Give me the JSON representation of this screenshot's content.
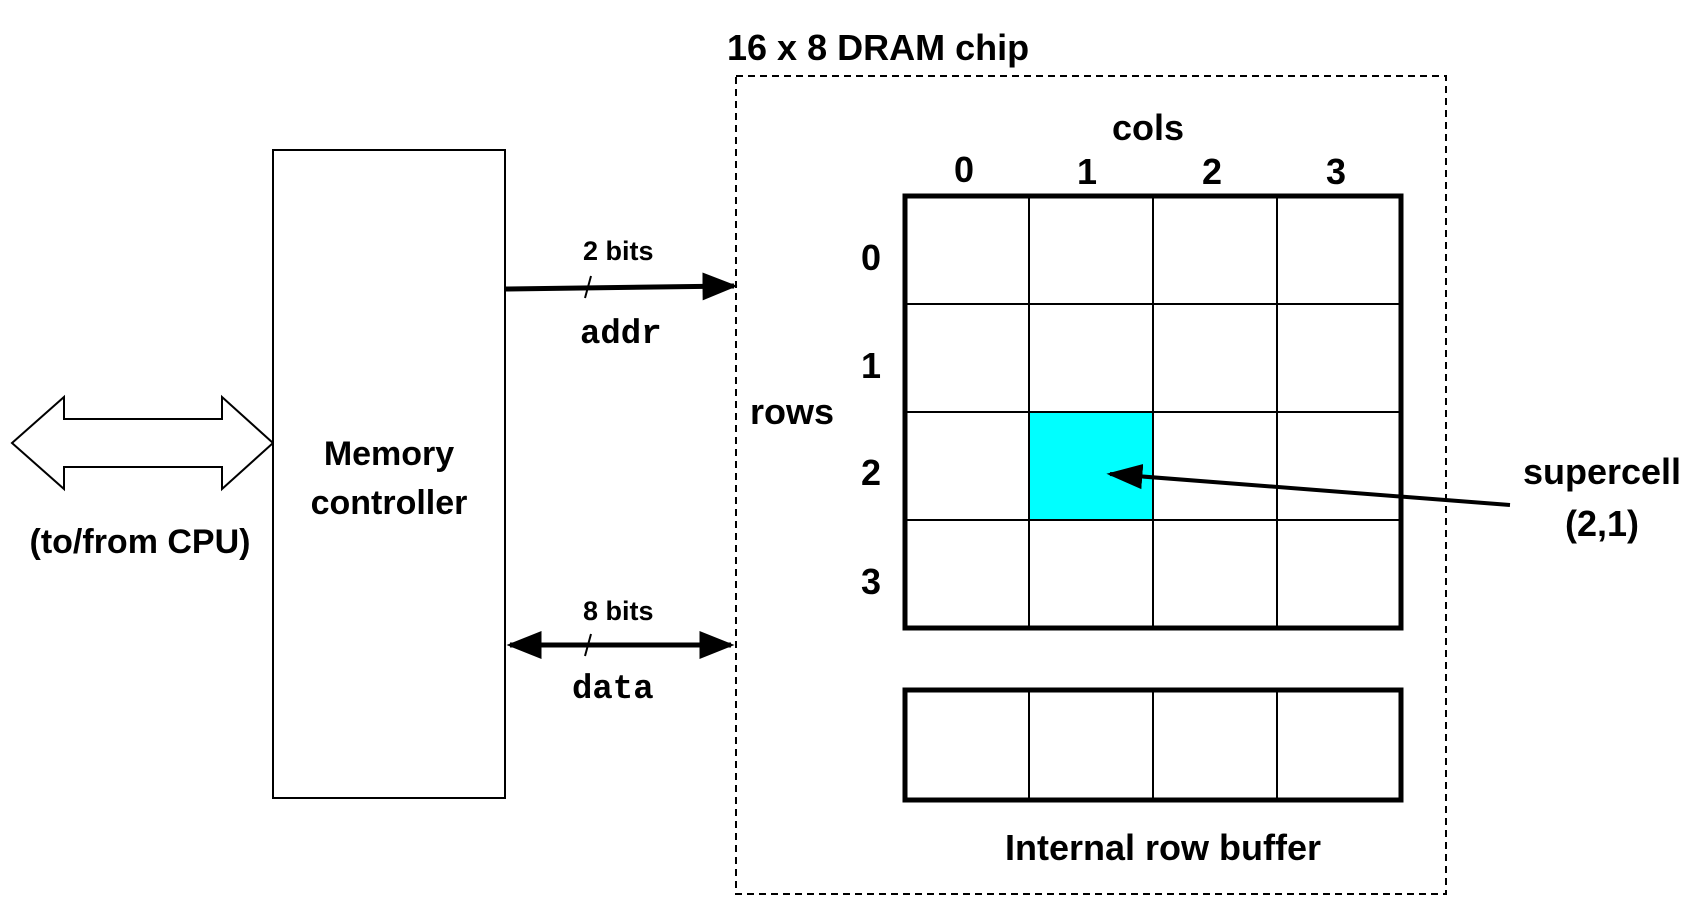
{
  "chip": {
    "title": "16 x 8 DRAM chip",
    "cols_label": "cols",
    "rows_label": "rows",
    "col_indices": [
      "0",
      "1",
      "2",
      "3"
    ],
    "row_indices": [
      "0",
      "1",
      "2",
      "3"
    ],
    "highlight_cell": {
      "row": 2,
      "col": 1,
      "color": "#00FFFF"
    },
    "row_buffer_label": "Internal row buffer"
  },
  "controller": {
    "label_line1": "Memory",
    "label_line2": "controller"
  },
  "cpu_label": "(to/from CPU)",
  "addr_bus": {
    "width_label": "2 bits",
    "name": "addr"
  },
  "data_bus": {
    "width_label": "8 bits",
    "name": "data"
  },
  "supercell": {
    "label_line1": "supercell",
    "label_line2": "(2,1)"
  }
}
